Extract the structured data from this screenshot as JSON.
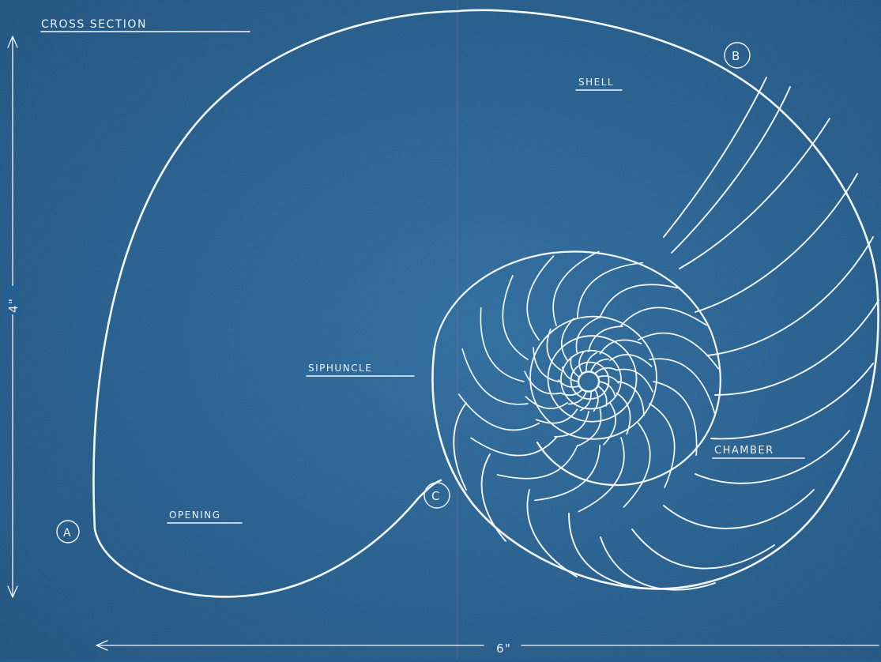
{
  "diagram": {
    "title": "CROSS SECTION",
    "dimensions": {
      "height": "4\"",
      "width": "6\""
    },
    "labels": {
      "shell": "SHELL",
      "siphuncle": "SIPHUNCLE",
      "chamber": "CHAMBER",
      "opening": "OPENING"
    },
    "points": {
      "a": "A",
      "b": "B",
      "c": "C"
    },
    "colors": {
      "background": "#245f8f",
      "ink": "#f2f7fc"
    }
  }
}
